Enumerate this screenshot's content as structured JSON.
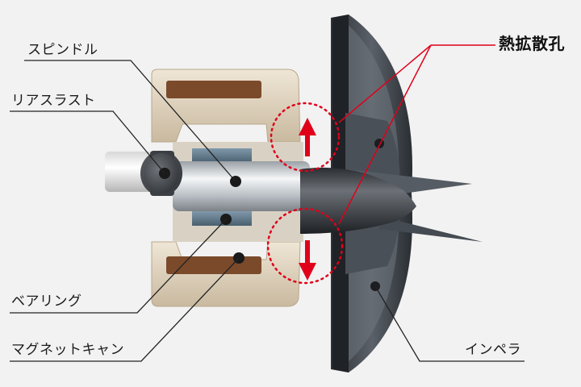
{
  "labels": {
    "spindle": "スピンドル",
    "rear_thrust": "リアスラスト",
    "bearing": "ベアリング",
    "magnet_can": "マグネットキャン",
    "heat_hole": "熱拡散孔",
    "impeller": "インペラ"
  },
  "colors": {
    "leader": "#222222",
    "highlight": "#e0001a",
    "stator": "#ddd0bc",
    "coil": "#7a4a2a",
    "impeller": "#3c4148",
    "bearing": "#5f7b90",
    "spindle": "#c8cdd1"
  }
}
